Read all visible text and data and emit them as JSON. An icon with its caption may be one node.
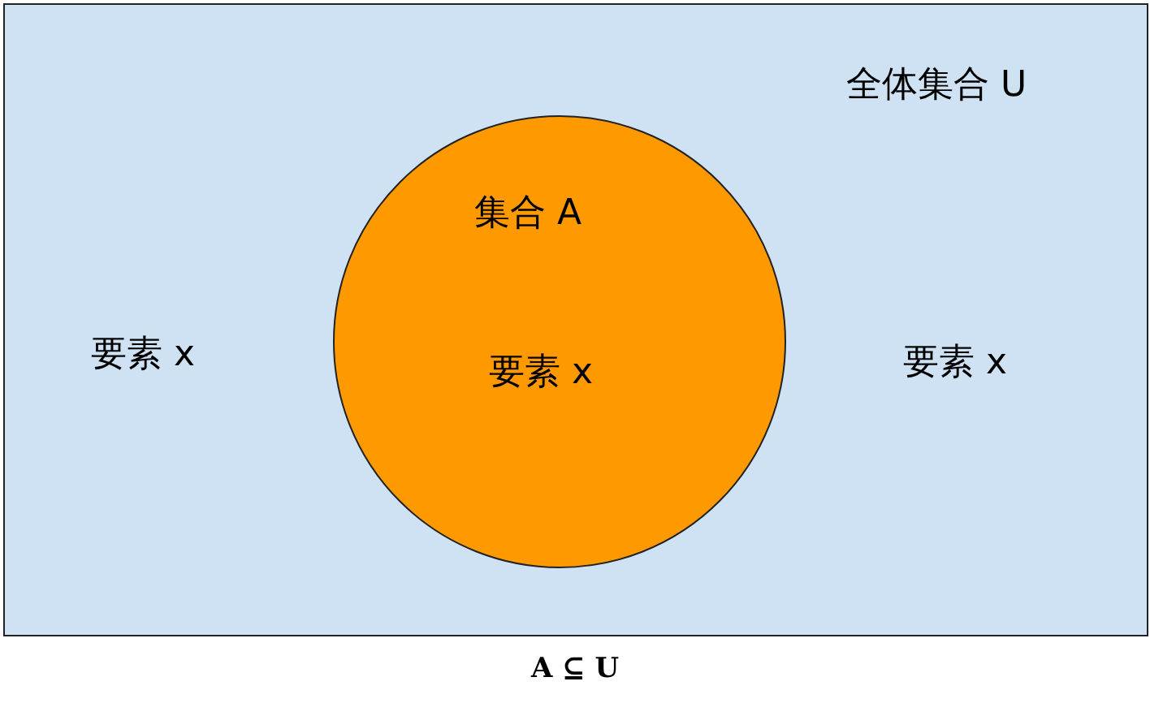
{
  "diagram": {
    "caption": "A ⊆ U",
    "nodes": [
      {
        "text": [
          "全体集合 U",
          "要素 x",
          "要素 x"
        ]
      },
      {
        "text": [
          "集合 A",
          "要素 x"
        ],
        "in": 0
      }
    ]
  }
}
